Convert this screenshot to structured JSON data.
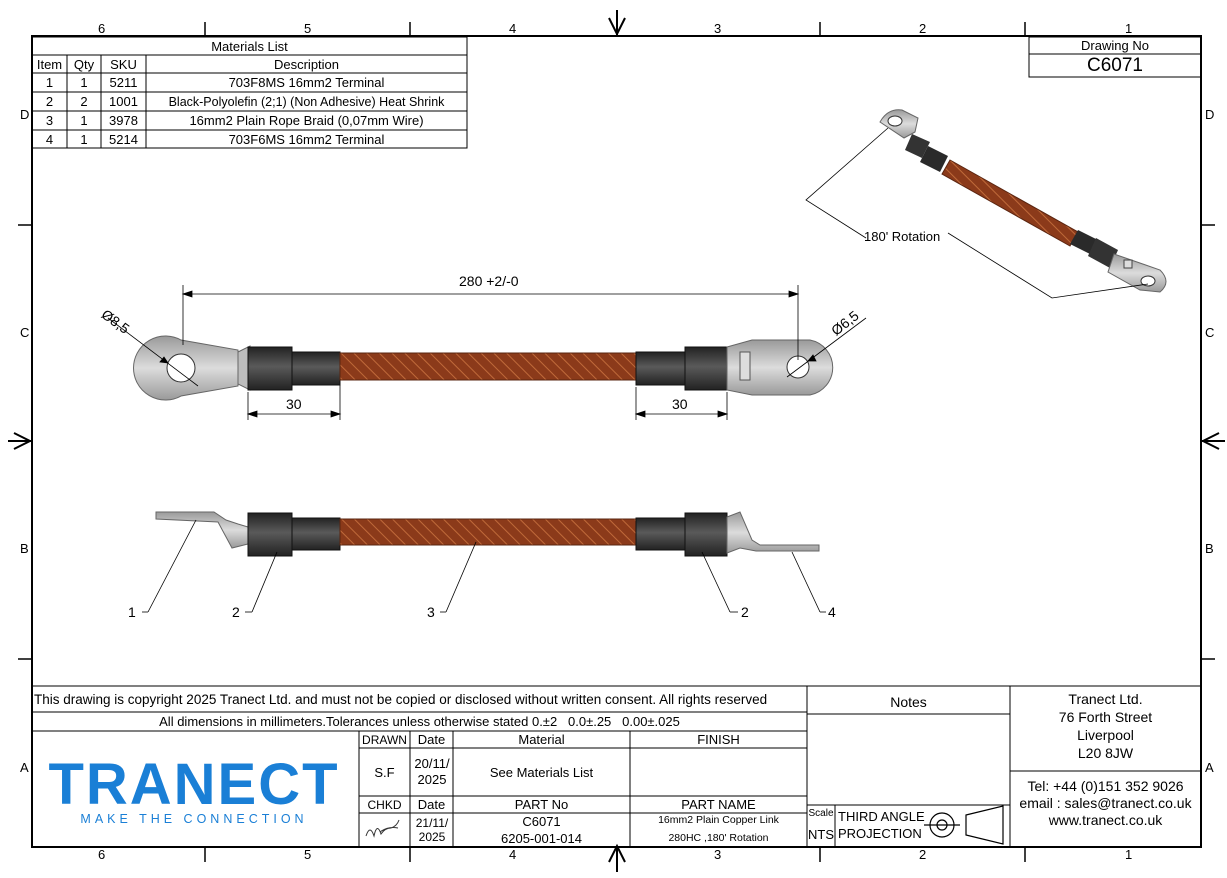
{
  "frame": {
    "top_zones": [
      "6",
      "5",
      "4",
      "3",
      "2",
      "1"
    ],
    "bottom_zones": [
      "6",
      "5",
      "4",
      "3",
      "2",
      "1"
    ],
    "left_zones": [
      "D",
      "C",
      "B",
      "A"
    ],
    "right_zones": [
      "D",
      "C",
      "B",
      "A"
    ]
  },
  "materials": {
    "title": "Materials List",
    "headers": {
      "item": "Item",
      "qty": "Qty",
      "sku": "SKU",
      "description": "Description"
    },
    "rows": [
      {
        "item": "1",
        "qty": "1",
        "sku": "5211",
        "description": "703F8MS 16mm2 Terminal"
      },
      {
        "item": "2",
        "qty": "2",
        "sku": "1001",
        "description": "Black-Polyolefin (2;1) (Non Adhesive) Heat Shrink"
      },
      {
        "item": "3",
        "qty": "1",
        "sku": "3978",
        "description": "16mm2 Plain Rope Braid (0,07mm Wire)"
      },
      {
        "item": "4",
        "qty": "1",
        "sku": "5214",
        "description": "703F6MS 16mm2 Terminal"
      }
    ]
  },
  "drawing_no": {
    "label": "Drawing No",
    "value": "C6071"
  },
  "dimensions": {
    "overall_length": "280 +2/-0",
    "hole_left": "Ø8,5",
    "hole_right": "Ø6,5",
    "shrink_left": "30",
    "shrink_right": "30",
    "rotation_note": "180' Rotation"
  },
  "balloons": [
    "1",
    "2",
    "3",
    "2",
    "4"
  ],
  "title_block": {
    "copyright": "This drawing is copyright 2025 Tranect Ltd. and must not be copied or disclosed without written consent. All rights reserved",
    "tolerances": "All dimensions in millimeters.Tolerances unless otherwise stated 0.±2   0.0±.25   0.00±.025",
    "notes_label": "Notes",
    "company": {
      "name": "Tranect Ltd.",
      "street": "76 Forth Street",
      "city": "Liverpool",
      "postcode": "L20 8JW"
    },
    "contact": {
      "tel": "Tel: +44 (0)151 352 9026",
      "email": "email : sales@tranect.co.uk",
      "web": "www.tranect.co.uk"
    },
    "logo": {
      "word": "TRANECT",
      "tagline": "MAKE THE CONNECTION"
    },
    "drawn_label": "DRAWN",
    "drawn_value": "S.F",
    "date_label": "Date",
    "drawn_date": "20/11/2025",
    "material_label": "Material",
    "material_value": "See Materials List",
    "finish_label": "FINISH",
    "chkd_label": "CHKD",
    "chkd_date": "21/11/2025",
    "part_no_label": "PART No",
    "part_no_1": "C6071",
    "part_no_2": "6205-001-014",
    "part_name_label": "PART NAME",
    "part_name_1": "16mm2 Plain Copper Link",
    "part_name_2": "280HC ,180' Rotation",
    "scale_label": "Scale",
    "scale_value": "NTS",
    "projection_1": "THIRD ANGLE",
    "projection_2": "PROJECTION"
  },
  "colors": {
    "logo_blue": "#1a7fd6",
    "braid": "#8b3a1a",
    "shrink": "#3a3a3a",
    "terminal": "#b9b9b9"
  }
}
